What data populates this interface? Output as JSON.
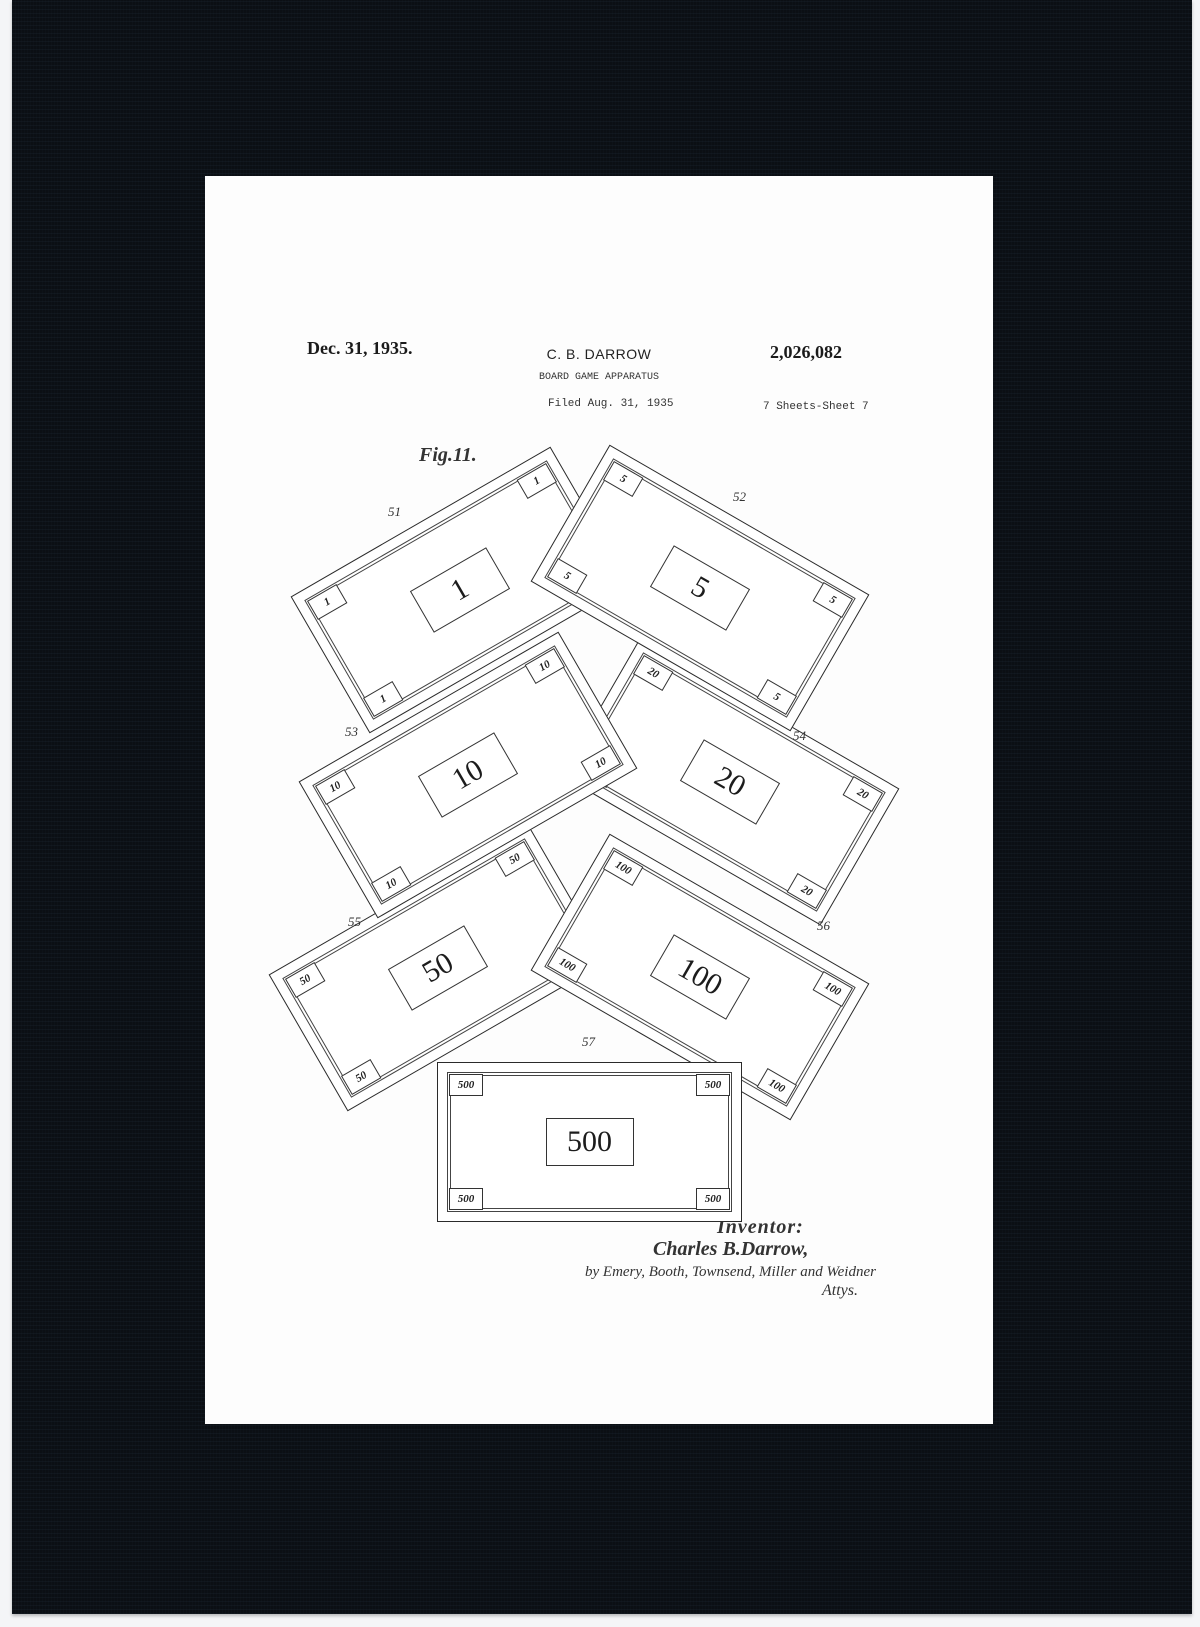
{
  "document": {
    "type": "patent-drawing-sheet",
    "header": {
      "date": "Dec. 31, 1935.",
      "inventor_short": "C. B. DARROW",
      "patent_number": "2,026,082",
      "title": "BOARD GAME APPARATUS",
      "filed": "Filed Aug. 31, 1935",
      "sheets": "7 Sheets-Sheet 7"
    },
    "figure": {
      "label": "Fig.11.",
      "bills": [
        {
          "ref": "51",
          "value": "1",
          "corner": "1"
        },
        {
          "ref": "52",
          "value": "5",
          "corner": "5"
        },
        {
          "ref": "53",
          "value": "10",
          "corner": "10"
        },
        {
          "ref": "54",
          "value": "20",
          "corner": "20"
        },
        {
          "ref": "55",
          "value": "50",
          "corner": "50"
        },
        {
          "ref": "56",
          "value": "100",
          "corner": "100"
        },
        {
          "ref": "57",
          "value": "500",
          "corner": "500"
        }
      ]
    },
    "signature": {
      "inventor_label": "Inventor:",
      "inventor_name": "Charles B.Darrow,",
      "by_attorneys": "by Emery, Booth, Townsend, Miller and Weidner",
      "attys": "Attys."
    }
  },
  "colors": {
    "mat": "#0b0f14",
    "paper": "#fdfdfd",
    "ink": "#2a2a2a"
  }
}
